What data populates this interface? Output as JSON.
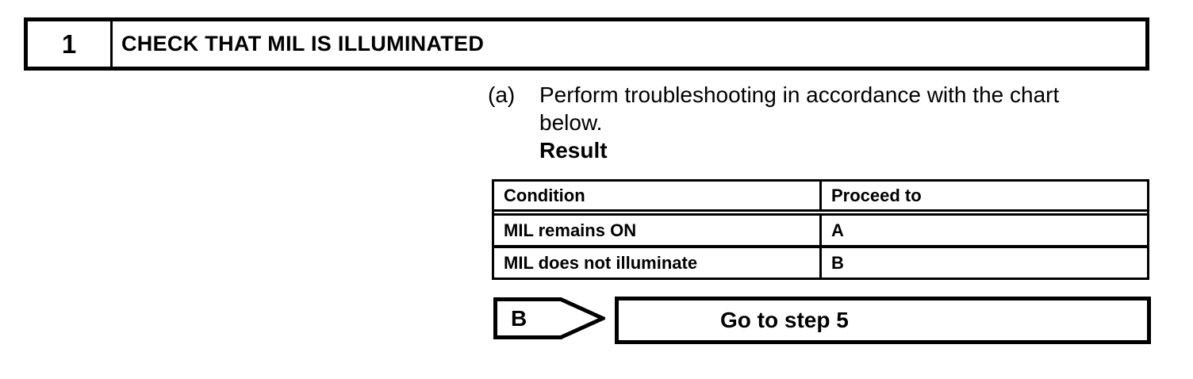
{
  "page": {
    "background": "#ffffff",
    "ink": "#000000"
  },
  "step": {
    "number": "1",
    "title": "CHECK THAT MIL IS ILLUMINATED"
  },
  "instruction": {
    "marker": "(a)",
    "lines": [
      "Perform troubleshooting in accordance with the chart",
      "below."
    ],
    "result_label": "Result"
  },
  "result_table": {
    "headers": [
      "Condition",
      "Proceed to"
    ],
    "rows": [
      {
        "condition": "MIL remains ON",
        "proceed_to": "A"
      },
      {
        "condition": "MIL does not illuminate",
        "proceed_to": "B"
      }
    ]
  },
  "flow": {
    "branch_label": "B",
    "action_label": "Go to step 5"
  }
}
